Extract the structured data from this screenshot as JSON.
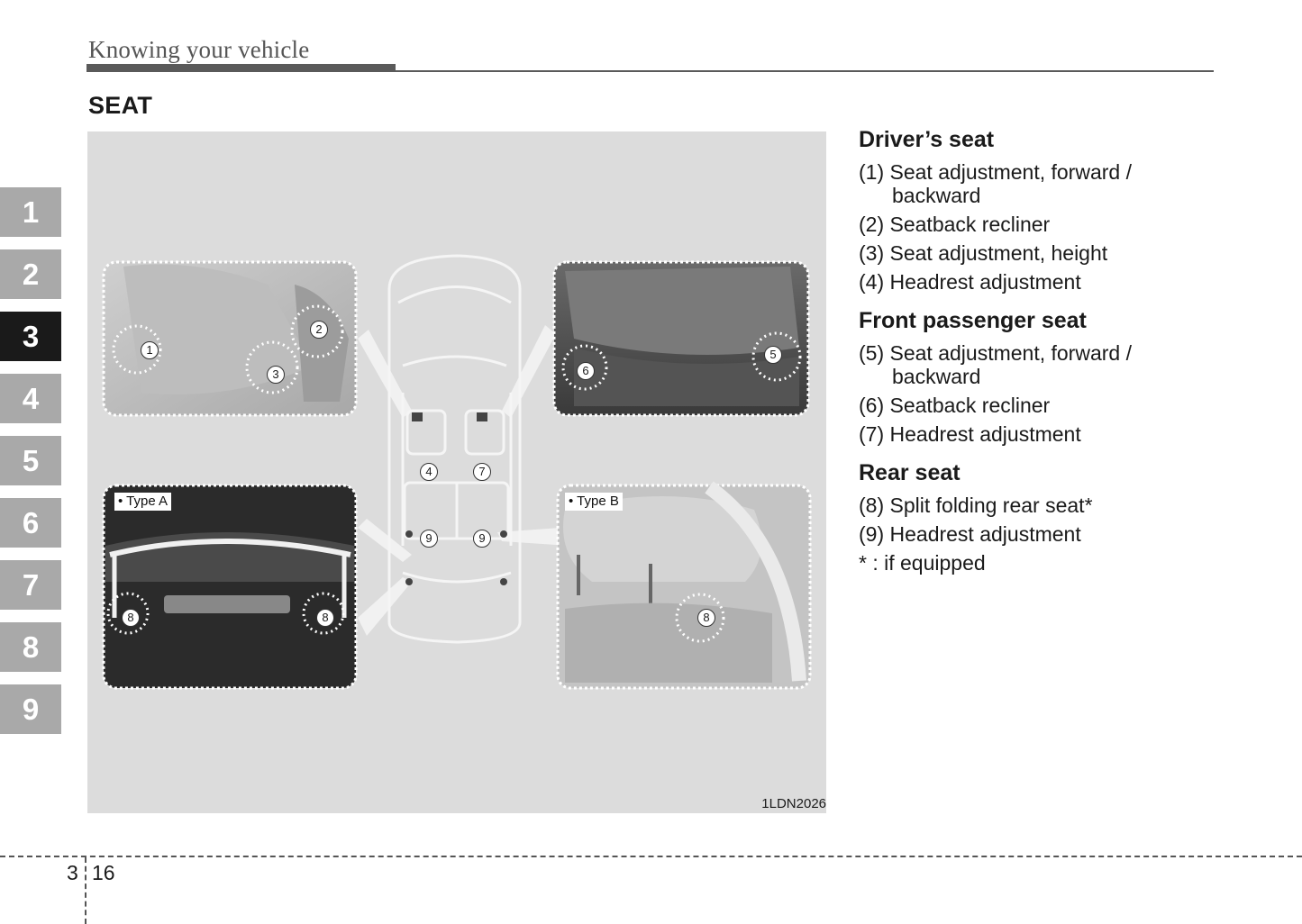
{
  "header": {
    "running_title": "Knowing your vehicle"
  },
  "section": {
    "title": "SEAT"
  },
  "side_tabs": [
    {
      "label": "1",
      "active": false
    },
    {
      "label": "2",
      "active": false
    },
    {
      "label": "3",
      "active": true
    },
    {
      "label": "4",
      "active": false
    },
    {
      "label": "5",
      "active": false
    },
    {
      "label": "6",
      "active": false
    },
    {
      "label": "7",
      "active": false
    },
    {
      "label": "8",
      "active": false
    },
    {
      "label": "9",
      "active": false
    }
  ],
  "figure": {
    "code": "1LDN2026",
    "type_a_label": "• Type A",
    "type_b_label": "• Type B",
    "callouts": [
      "1",
      "2",
      "3",
      "4",
      "5",
      "6",
      "7",
      "8",
      "9"
    ]
  },
  "groups": [
    {
      "title": "Driver’s seat",
      "items": [
        "(1) Seat adjustment, forward / backward",
        "(2) Seatback recliner",
        "(3) Seat adjustment, height",
        "(4) Headrest adjustment"
      ]
    },
    {
      "title": "Front passenger seat",
      "items": [
        "(5) Seat adjustment, forward / backward",
        "(6) Seatback recliner",
        "(7) Headrest adjustment"
      ]
    },
    {
      "title": "Rear seat",
      "items": [
        "(8) Split folding rear seat*",
        "(9) Headrest adjustment"
      ]
    }
  ],
  "note": "* : if equipped",
  "footer": {
    "chapter": "3",
    "page": "16"
  }
}
